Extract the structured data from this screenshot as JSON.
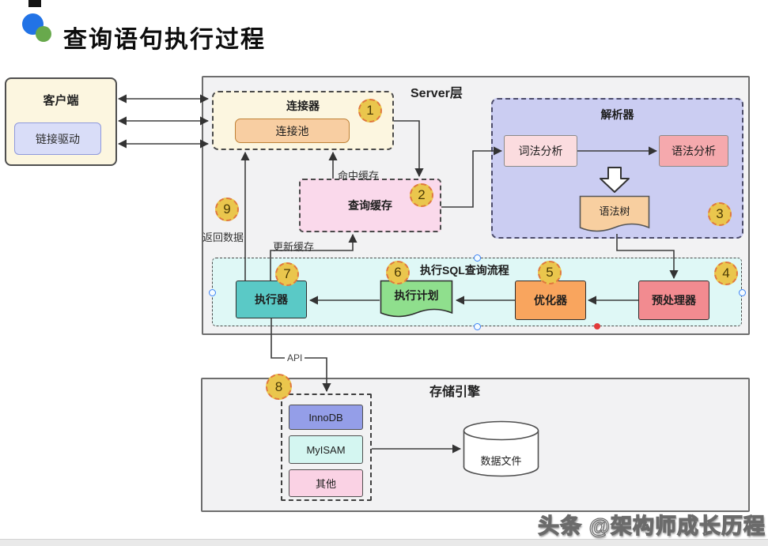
{
  "page": {
    "title": "查询语句执行过程",
    "watermark": "头条 @架构师成长历程"
  },
  "client": {
    "title": "客户端",
    "driver": "链接驱动"
  },
  "server": {
    "label": "Server层",
    "connector": {
      "title": "连接器",
      "pool": "连接池",
      "badge": "1"
    },
    "query_cache": {
      "title": "查询缓存",
      "badge": "2"
    },
    "parser": {
      "title": "解析器",
      "lexical": "词法分析",
      "syntax": "语法分析",
      "tree": "语法树",
      "badge": "3"
    },
    "flow": {
      "title": "执行SQL查询流程",
      "executor": {
        "label": "执行器",
        "badge": "7"
      },
      "plan": {
        "label": "执行计划",
        "badge": "6"
      },
      "optimizer": {
        "label": "优化器",
        "badge": "5"
      },
      "preprocessor": {
        "label": "预处理器",
        "badge": "4"
      }
    },
    "labels": {
      "hit_cache": "命中缓存",
      "update_cache": "更新缓存",
      "return_data": "返回数据",
      "return_badge": "9",
      "api": "API"
    }
  },
  "storage": {
    "label": "存储引擎",
    "badge": "8",
    "engines": [
      "InnoDB",
      "MyISAM",
      "其他"
    ],
    "data_file": "数据文件"
  },
  "colors": {
    "accent_badge": "#eac64d",
    "badge_border": "#e0793e",
    "executor_teal": "#5ac9c6",
    "optimizer_orange": "#f9a55e",
    "preprocessor_red": "#f28b90",
    "parser_lavender": "#cbcdf2",
    "strip_cyan": "#dff8f6",
    "cache_pink": "#fad9eb",
    "cream": "#fcf6e0",
    "zone_gray": "#f2f2f3"
  }
}
